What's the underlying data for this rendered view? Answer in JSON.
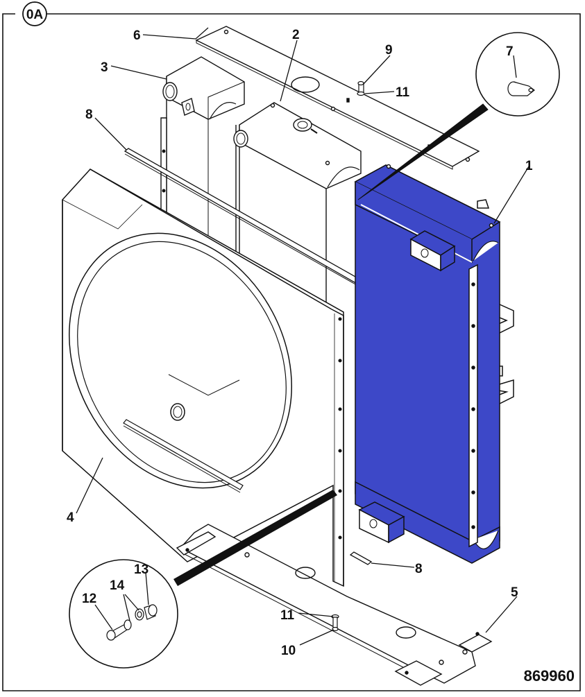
{
  "diagram": {
    "title": "Radiator / Oil Cooler Assembly — exploded parts view",
    "section_badge": "0A",
    "figure_number": "869960",
    "highlight_color": "#3d48c8",
    "line_color": "#111111",
    "callouts": [
      {
        "id": "c1",
        "label": "1",
        "part": "Oil cooler (highlighted)"
      },
      {
        "id": "c2",
        "label": "2",
        "part": "Radiator"
      },
      {
        "id": "c3",
        "label": "3",
        "part": "Charge air cooler"
      },
      {
        "id": "c4",
        "label": "4",
        "part": "Fan shroud"
      },
      {
        "id": "c5",
        "label": "5",
        "part": "Lower mounting frame"
      },
      {
        "id": "c6",
        "label": "6",
        "part": "Upper mounting plate"
      },
      {
        "id": "c7",
        "label": "7",
        "part": "P-clip"
      },
      {
        "id": "c8a",
        "label": "8",
        "part": "Seal strip (upper)"
      },
      {
        "id": "c8b",
        "label": "8",
        "part": "Seal strip (lower)"
      },
      {
        "id": "c9",
        "label": "9",
        "part": "Bolt"
      },
      {
        "id": "c10",
        "label": "10",
        "part": "Bolt"
      },
      {
        "id": "c11a",
        "label": "11",
        "part": "Washer (upper)"
      },
      {
        "id": "c11b",
        "label": "11",
        "part": "Washer (lower)"
      },
      {
        "id": "c12",
        "label": "12",
        "part": "Bolt"
      },
      {
        "id": "c13",
        "label": "13",
        "part": "Nut"
      },
      {
        "id": "c14",
        "label": "14",
        "part": "Washers"
      }
    ]
  }
}
